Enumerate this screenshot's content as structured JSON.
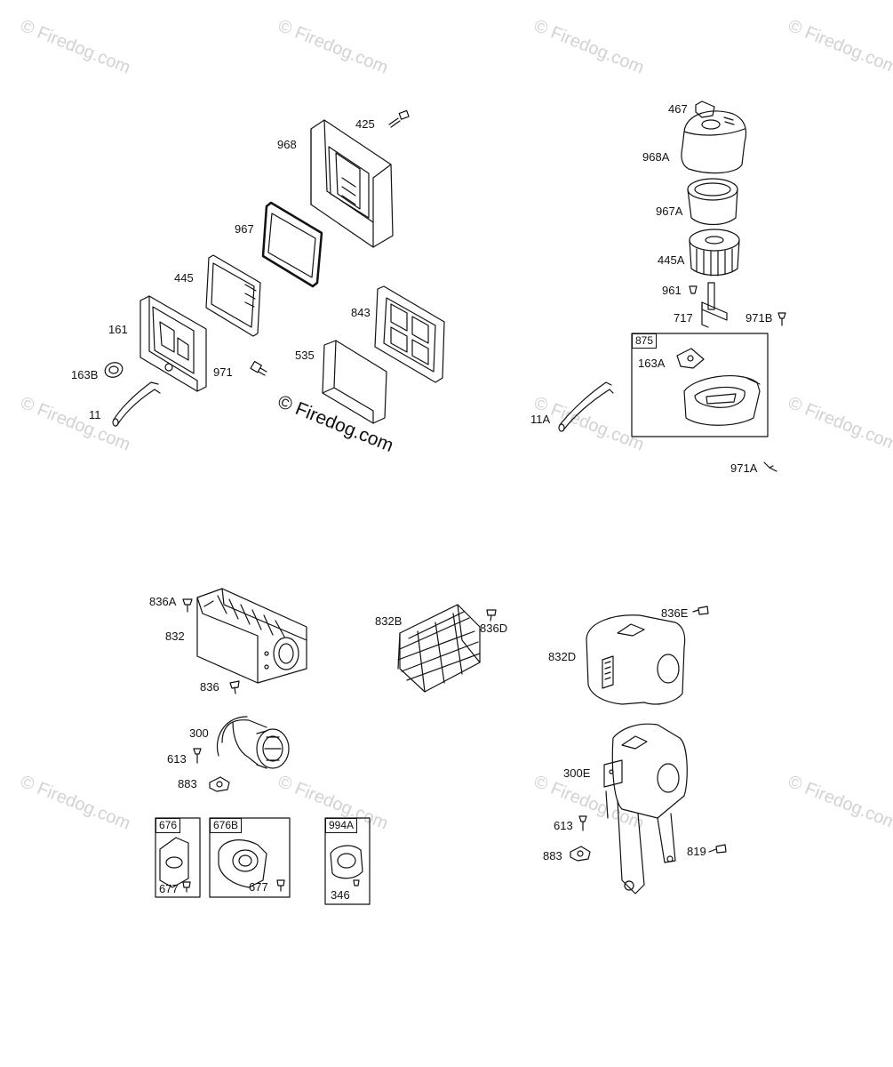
{
  "watermark": {
    "text": "© Firedog.com",
    "main_text": "© Firedog.com"
  },
  "callouts": {
    "p425": "425",
    "p968": "968",
    "p967": "967",
    "p445": "445",
    "p161": "161",
    "p163B": "163B",
    "p11": "11",
    "p971": "971",
    "p535": "535",
    "p843": "843",
    "p467": "467",
    "p968A": "968A",
    "p967A": "967A",
    "p445A": "445A",
    "p961": "961",
    "p717": "717",
    "p971B": "971B",
    "p163A": "163A",
    "p11A": "11A",
    "p971A": "971A",
    "p836A": "836A",
    "p832": "832",
    "p836": "836",
    "p300": "300",
    "p613": "613",
    "p883": "883",
    "p677a": "677",
    "p677b": "677",
    "p346": "346",
    "p832B": "832B",
    "p836D": "836D",
    "p836E": "836E",
    "p832D": "832D",
    "p300E": "300E",
    "p613b": "613",
    "p883b": "883",
    "p819": "819"
  },
  "boxes": {
    "b875": "875",
    "b676": "676",
    "b676B": "676B",
    "b994A": "994A"
  }
}
